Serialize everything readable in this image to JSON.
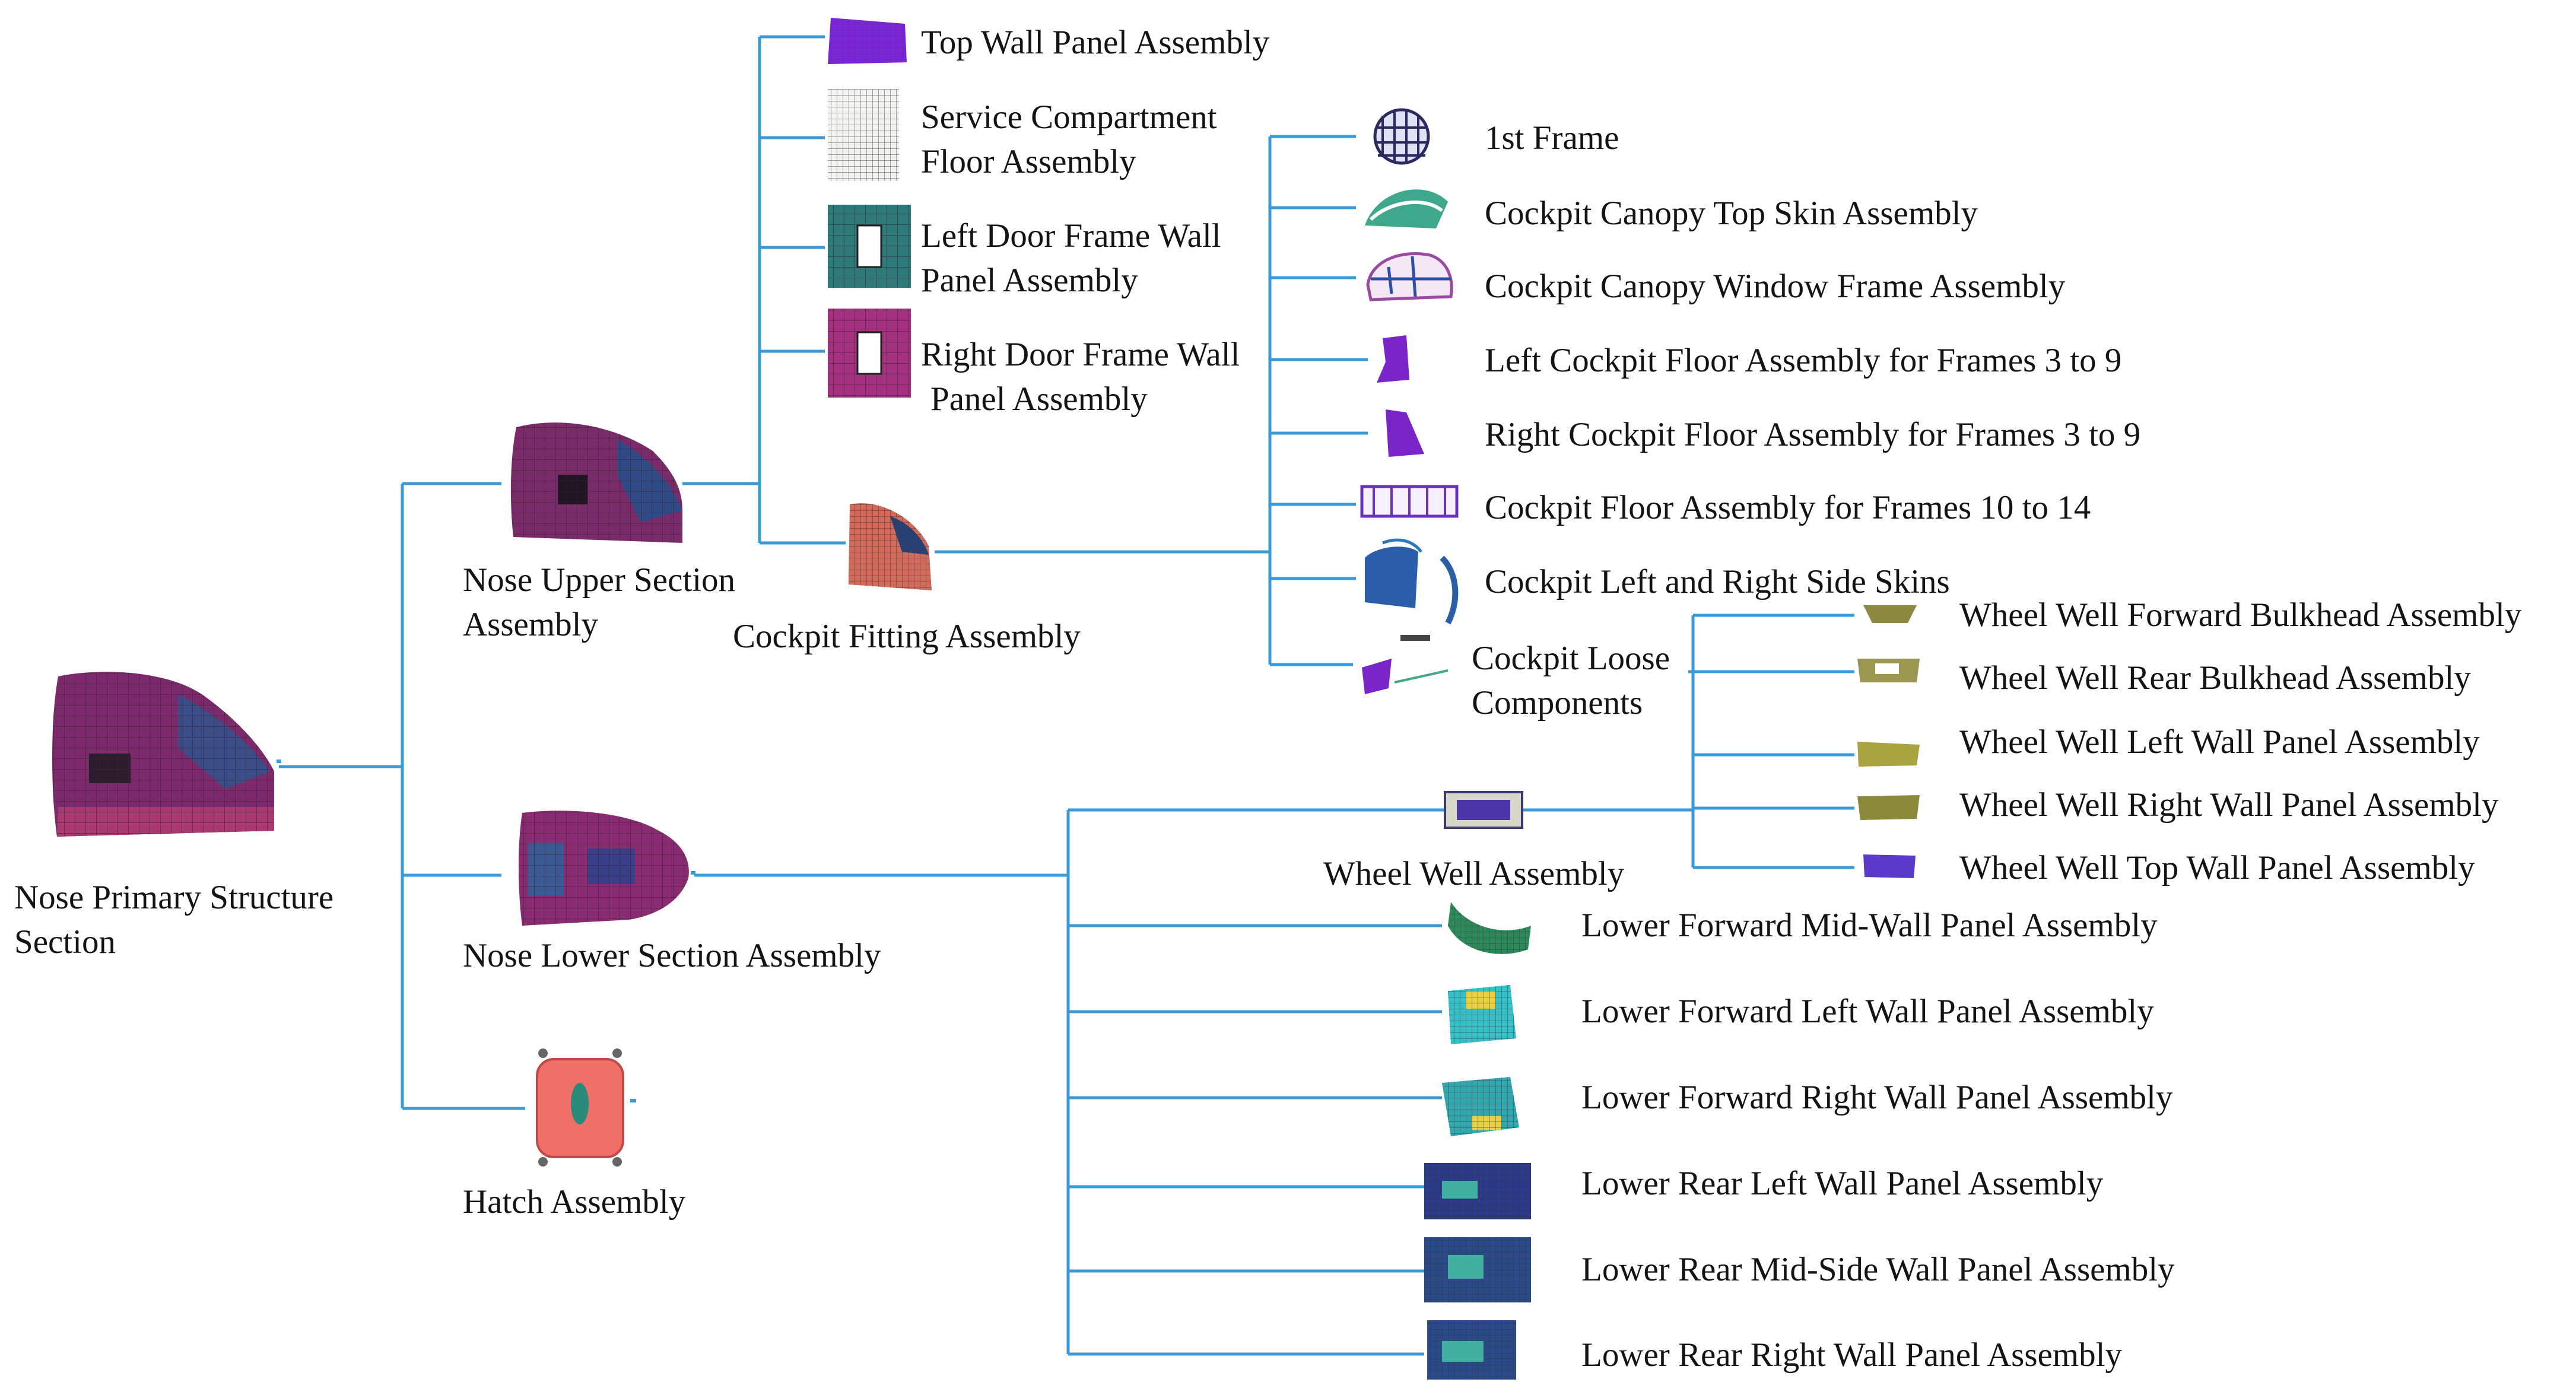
{
  "colors": {
    "connector": "#3a9ad9"
  },
  "root": {
    "label_lines": [
      "Nose Primary Structure",
      "Section"
    ],
    "icon": "nose-structure-thumbnail"
  },
  "nose_upper": {
    "label_lines": [
      "Nose Upper Section",
      "Assembly"
    ],
    "icon": "upper-section-thumbnail"
  },
  "nose_lower": {
    "label": "Nose Lower Section Assembly",
    "icon": "lower-section-thumbnail"
  },
  "hatch": {
    "label": "Hatch Assembly",
    "icon": "hatch-thumbnail"
  },
  "upper_children": {
    "top_wall": "Top Wall Panel Assembly",
    "service_floor": [
      "Service Compartment",
      "Floor Assembly"
    ],
    "left_door": [
      "Left Door Frame Wall",
      "Panel Assembly"
    ],
    "right_door": [
      "Right Door Frame Wall",
      "Panel Assembly"
    ],
    "cockpit_fitting": "Cockpit Fitting Assembly"
  },
  "cockpit_children": [
    "1st Frame",
    "Cockpit Canopy Top Skin Assembly",
    "Cockpit Canopy Window Frame Assembly",
    "Left Cockpit Floor Assembly for Frames 3 to 9",
    "Right Cockpit Floor Assembly for Frames 3 to 9",
    "Cockpit Floor Assembly for Frames 10 to 14",
    "Cockpit Left and Right Side Skins"
  ],
  "cockpit_loose": {
    "label_lines": [
      "Cockpit Loose",
      "Components"
    ]
  },
  "wheel_well": {
    "label": "Wheel Well Assembly",
    "children": [
      "Wheel Well Forward Bulkhead Assembly",
      "Wheel Well Rear Bulkhead Assembly",
      "Wheel Well Left Wall Panel Assembly",
      "Wheel Well Right Wall Panel Assembly",
      "Wheel Well Top Wall Panel Assembly"
    ]
  },
  "lower_children": [
    "Lower Forward Mid-Wall Panel Assembly",
    "Lower Forward Left Wall Panel Assembly",
    "Lower Forward Right Wall Panel Assembly",
    "Lower Rear Left Wall Panel Assembly",
    "Lower Rear Mid-Side Wall Panel Assembly",
    "Lower Rear Right Wall Panel Assembly"
  ]
}
